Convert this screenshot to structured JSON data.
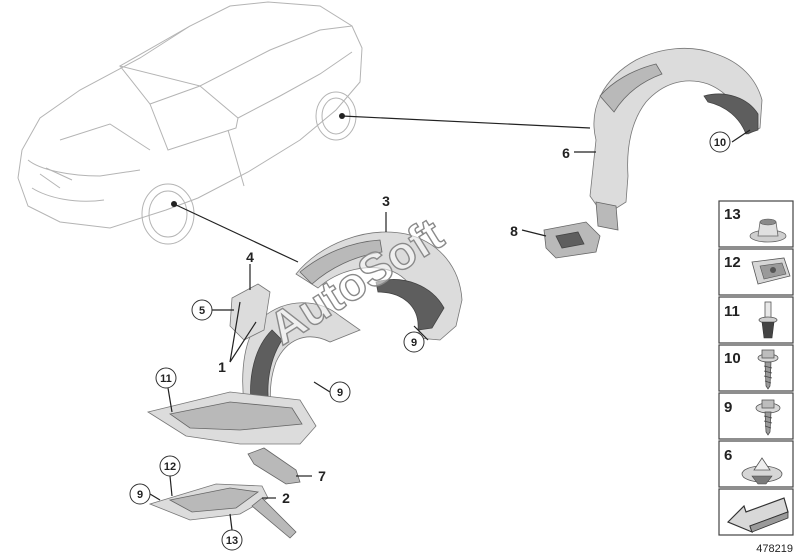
{
  "diagram": {
    "watermark": "AutoSoft",
    "document_number": "478219",
    "callouts": [
      {
        "id": "c3",
        "text": "3",
        "style": "plain"
      },
      {
        "id": "c4",
        "text": "4",
        "style": "plain"
      },
      {
        "id": "c5",
        "text": "5",
        "style": "circle"
      },
      {
        "id": "c1",
        "text": "1",
        "style": "plain"
      },
      {
        "id": "c9a",
        "text": "9",
        "style": "circle"
      },
      {
        "id": "c9b",
        "text": "9",
        "style": "circle"
      },
      {
        "id": "c11",
        "text": "11",
        "style": "circle"
      },
      {
        "id": "c6",
        "text": "6",
        "style": "plain"
      },
      {
        "id": "c10",
        "text": "10",
        "style": "circle"
      },
      {
        "id": "c8",
        "text": "8",
        "style": "plain"
      },
      {
        "id": "c7",
        "text": "7",
        "style": "plain"
      },
      {
        "id": "c2",
        "text": "2",
        "style": "plain"
      },
      {
        "id": "c12",
        "text": "12",
        "style": "circle"
      },
      {
        "id": "c9c",
        "text": "9",
        "style": "circle"
      },
      {
        "id": "c13",
        "text": "13",
        "style": "circle"
      }
    ],
    "legend": [
      {
        "text": "13",
        "icon": "flange-nut-icon"
      },
      {
        "text": "12",
        "icon": "clip-nut-icon"
      },
      {
        "text": "11",
        "icon": "expanding-rivet-icon"
      },
      {
        "text": "10",
        "icon": "flange-screw-icon"
      },
      {
        "text": "9",
        "icon": "washer-screw-icon"
      },
      {
        "text": "6",
        "icon": "expanding-clip-icon"
      },
      {
        "text": "",
        "icon": "direction-arrow-icon"
      }
    ]
  }
}
